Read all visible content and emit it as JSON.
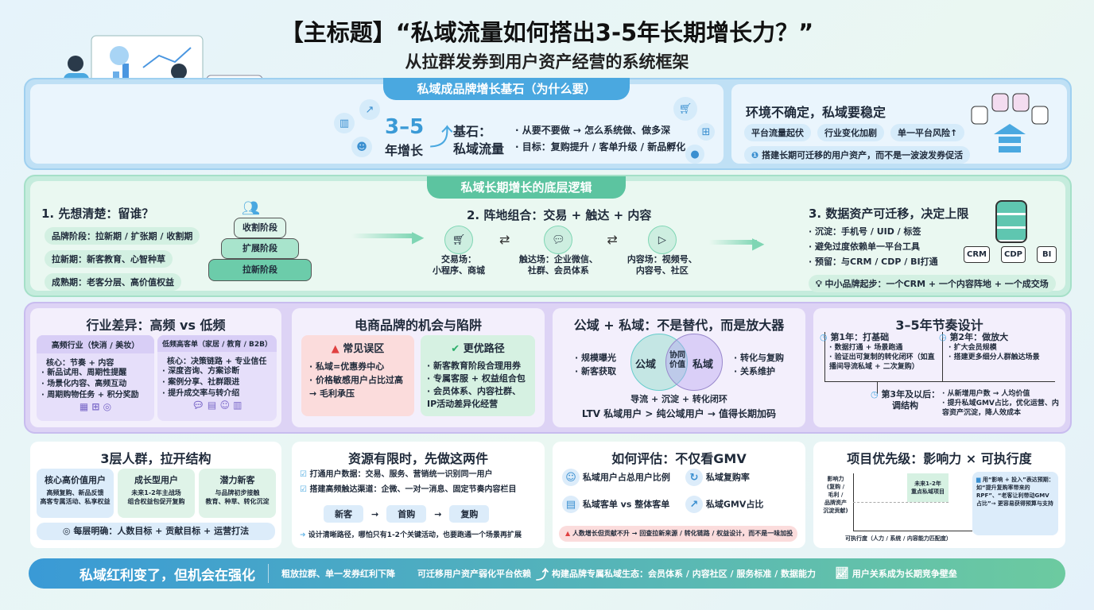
{
  "header": {
    "title": "【主标题】“私域流量如何搭出3-5年长期增长力？”",
    "subtitle": "从拉群发券到用户资产经营的系统框架"
  },
  "colors": {
    "blue": "#4aa8e0",
    "green": "#5cc4a0",
    "purple": "#9b8ce0",
    "bottom_start": "#3a9ad6",
    "bottom_end": "#6ccaa0"
  },
  "section1": {
    "tab": "私域成品牌增长基石（为什么要）",
    "big_num": "3–5",
    "big_label": "年增长",
    "base_title": "基石：",
    "base_sub": "私域流量",
    "points": [
      "从要不要做 → 怎么系统做、做多深",
      "目标：复购提升 / 客单升级 / 新品孵化"
    ],
    "right": {
      "title": "环境不确定，私域要稳定",
      "tags": [
        "平台流量起伏",
        "行业变化加剧",
        "单一平台风险↑"
      ],
      "note": "搭建长期可迁移的用户资产，而不是一波波发券促活"
    }
  },
  "section2": {
    "tab": "私域长期增长的底层逻辑",
    "step1": {
      "title": "1. 先想清楚：留谁？",
      "items": [
        "品牌阶段：拉新期 / 扩张期 / 收割期",
        "拉新期：新客教育、心智种草",
        "成熟期：老客分层、高价值权益"
      ],
      "pyramid": [
        "收割阶段",
        "扩展阶段",
        "拉新阶段"
      ]
    },
    "step2": {
      "title": "2. 阵地组合：交易 + 触达 + 内容",
      "nodes": [
        {
          "label": "交易场：\n小程序、商城",
          "icon": "cart-icon"
        },
        {
          "label": "触达场：企业微信、\n社群、会员体系",
          "icon": "chat-icon"
        },
        {
          "label": "内容场：视频号、\n内容号、社区",
          "icon": "play-icon"
        }
      ]
    },
    "step3": {
      "title": "3. 数据资产可迁移，决定上限",
      "items": [
        "沉淀：手机号 / UID / 标签",
        "避免过度依赖单一平台工具",
        "预留：与CRM / CDP / BI打通"
      ],
      "tip": "中小品牌起步：一个CRM + 一个内容阵地 + 一个成交场",
      "systems": [
        "CRM",
        "CDP",
        "BI"
      ]
    }
  },
  "section3": {
    "industry": {
      "title": "行业差异：高频 vs 低频",
      "high": {
        "title": "高频行业（快消 / 美妆）",
        "core": "核心：节奏 + 内容",
        "items": [
          "新品试用、周期性提醒",
          "场景化内容、高频互动",
          "周期购物任务 + 积分奖励"
        ]
      },
      "low": {
        "title": "低频高客单（家居 / 教育 / B2B）",
        "core": "核心：决策链路 + 专业信任",
        "items": [
          "深度咨询、方案诊断",
          "案例分享、社群跟进",
          "提升成交率与转介绍"
        ]
      }
    },
    "ecom": {
      "title": "电商品牌的机会与陷阱",
      "bad_title": "常见误区",
      "bad": [
        "私域=优惠券中心",
        "价格敏感用户占比过高 → 毛利承压"
      ],
      "good_title": "更优路径",
      "good": [
        "新客教育阶段合理用券",
        "专属客服 + 权益组合包",
        "会员体系、内容社群、IP活动差异化经营"
      ]
    },
    "venn": {
      "title": "公域 + 私域：不是替代，而是放大器",
      "left": "公域",
      "right": "私域",
      "center": "协同价值",
      "left_items": [
        "规模曝光",
        "新客获取"
      ],
      "right_items": [
        "转化与复购",
        "关系维护"
      ],
      "line1": "导流 + 沉淀 + 转化闭环",
      "line2": "LTV 私域用户 > 纯公域用户 → 值得长期加码"
    },
    "rhythm": {
      "title": "3–5年节奏设计",
      "y1": {
        "title": "第1年：打基础",
        "items": [
          "数据打通 + 场景跑通",
          "验证出可复制的转化闭环（如直播间导流私域 + 二次复购）"
        ]
      },
      "y2": {
        "title": "第2年：做放大",
        "items": [
          "扩大会员规模",
          "搭建更多细分人群触达场景"
        ]
      },
      "y3": {
        "title": "第3年及以后：\n调结构",
        "items": [
          "从新增用户数 → 人均价值",
          "提升私域GMV占比，优化运营、内容资产沉淀，降人效成本"
        ]
      }
    }
  },
  "section4": {
    "tiers": {
      "title": "3层人群，拉开结构",
      "cols": [
        {
          "title": "核心高价值用户",
          "desc": "高频复购、新品反馈\n高客专属活动、私享权益"
        },
        {
          "title": "成长型用户",
          "desc": "未来1-2年主战场\n组合权益包促开复购"
        },
        {
          "title": "潜力新客",
          "desc": "与品牌初步接触\n教育、种草、转化沉淀"
        }
      ],
      "note": "每层明确：人数目标 + 贡献目标 + 运营打法"
    },
    "resource": {
      "title": "资源有限时，先做这两件",
      "checks": [
        "打通用户数据：交易、服务、营销统一识别同一用户",
        "搭建高频触达渠道：企微、一对一消息、固定节奏内容栏目"
      ],
      "flow": [
        "新客",
        "首购",
        "复购"
      ],
      "note": "设计清晰路径，哪怕只有1-2个关键活动，也要跑通一个场景再扩展"
    },
    "eval": {
      "title": "如何评估：不仅看GMV",
      "metrics": [
        {
          "label": "私域用户占总用户比例",
          "icon": "user-icon"
        },
        {
          "label": "私域复购率",
          "icon": "refresh-icon"
        },
        {
          "label": "私域客单 vs 整体客单",
          "icon": "document-icon"
        },
        {
          "label": "私域GMV占比",
          "icon": "chart-icon"
        }
      ],
      "warning": "人数增长但贡献不升 → 回查拉新来源 / 转化链路 / 权益设计，而不是一味加投"
    },
    "priority": {
      "title": "项目优先级：影响力 × 可执行度",
      "y_label": "影响力\n(复购 /\n毛利 /\n品牌资产\n沉淀贡献)",
      "x_label": "可执行度（人力 / 系统 / 内容能力匹配度）",
      "quadrant": "未来1-2年\n重点私域项目",
      "note": "用“影响 + 投入”表达预期：如“提升复购率带来的RPF”、“老客让利带动GMV占比”→ 更容易获得预算与支持"
    }
  },
  "bottom": {
    "title": "私域红利变了，但机会在强化",
    "items": [
      "粗放拉群、单一发券红利下降",
      "可迁移用户资产弱化平台依赖",
      "构建品牌专属私域生态：会员体系 / 内容社区 / 服务标准 / 数据能力",
      "用户关系成为长期竞争壁垒"
    ]
  }
}
